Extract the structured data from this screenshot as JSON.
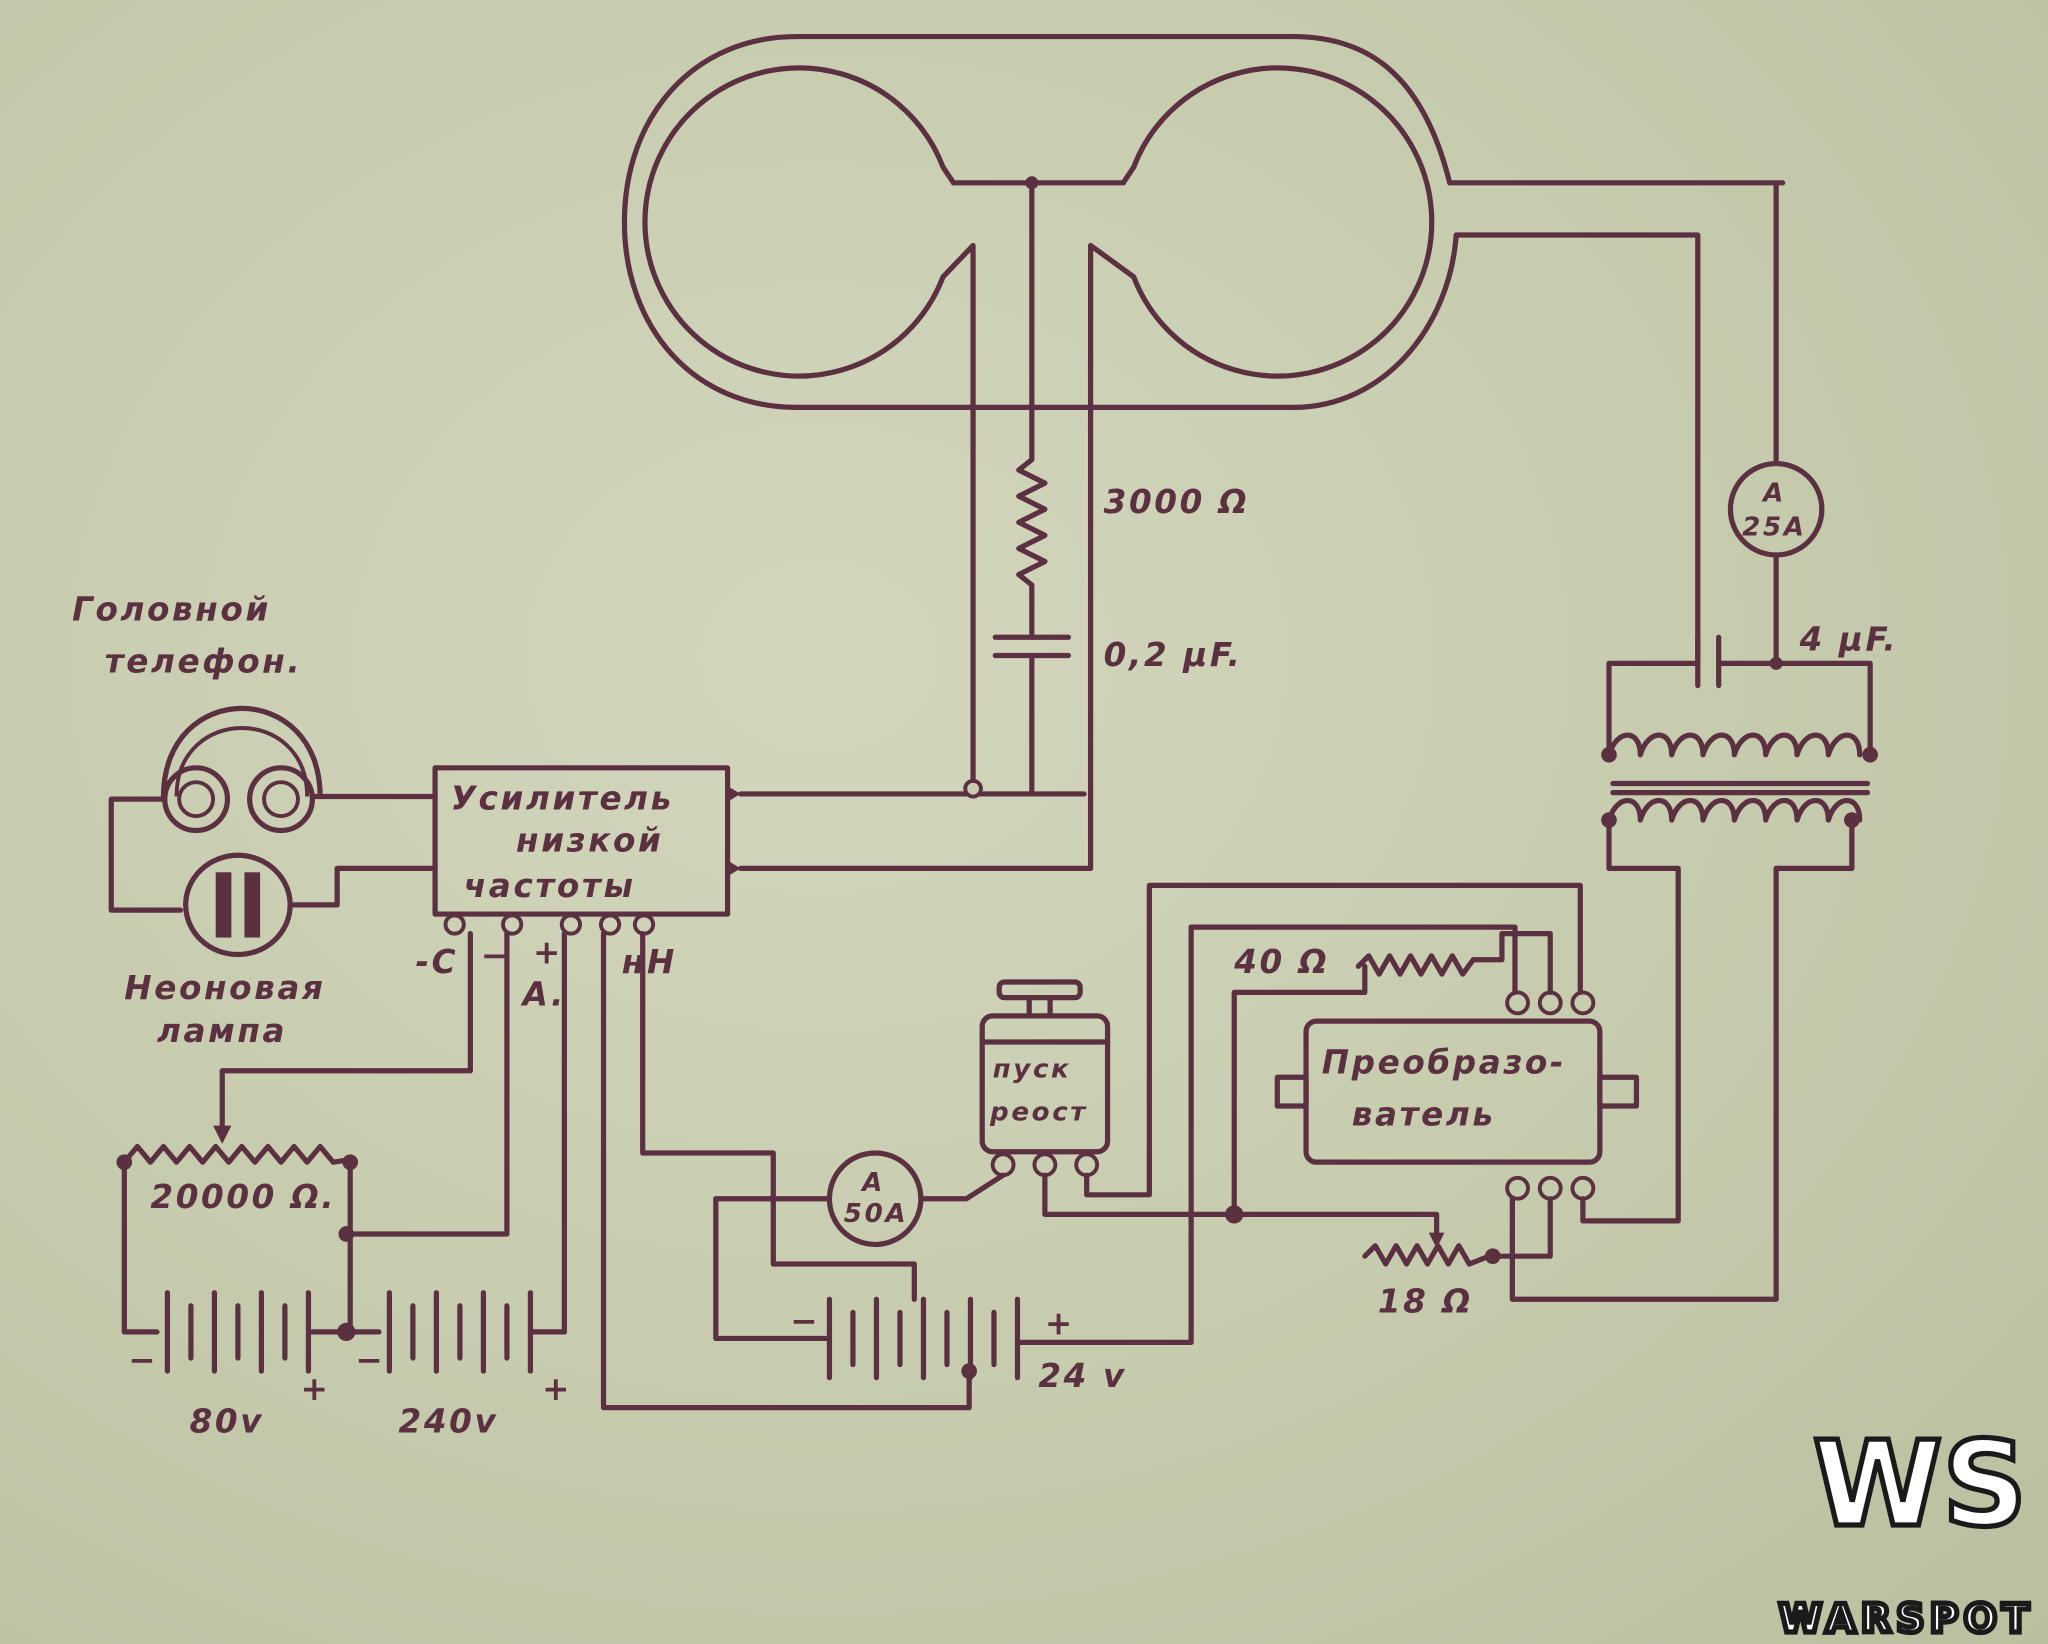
{
  "colors": {
    "ink": "#5b3142",
    "paper": "#c9cdb0"
  },
  "labels": {
    "headphones_line1": "Головной",
    "headphones_line2": "телефон.",
    "neon_line1": "Неоновая",
    "neon_line2": "лампа",
    "amp_line1": "Усилитель",
    "amp_line2": "низкой",
    "amp_line3": "частоты",
    "amp_term_c": "-C",
    "amp_term_minus": "−",
    "amp_term_plus": "+",
    "amp_term_a": "A.",
    "amp_term_n": "нН",
    "resistor_3000": "3000 Ω",
    "cap_02": "0,2 μF.",
    "cap_4": "4 μF.",
    "ammeter_25": "25A",
    "ammeter_50": "50A",
    "ammeter_symbol": "A",
    "pot_20000": "20000 Ω.",
    "battery_80": "80v",
    "battery_240": "240v",
    "battery_24": "24 v",
    "plus": "+",
    "minus": "−",
    "rheostat_line1": "пуск",
    "rheostat_line2": "реост",
    "converter_line1": "Преобразо-",
    "converter_line2": "ватель",
    "res_40": "40 Ω",
    "res_18": "18 Ω"
  },
  "logo": {
    "mark": "WS",
    "name": "WARSPOT"
  }
}
